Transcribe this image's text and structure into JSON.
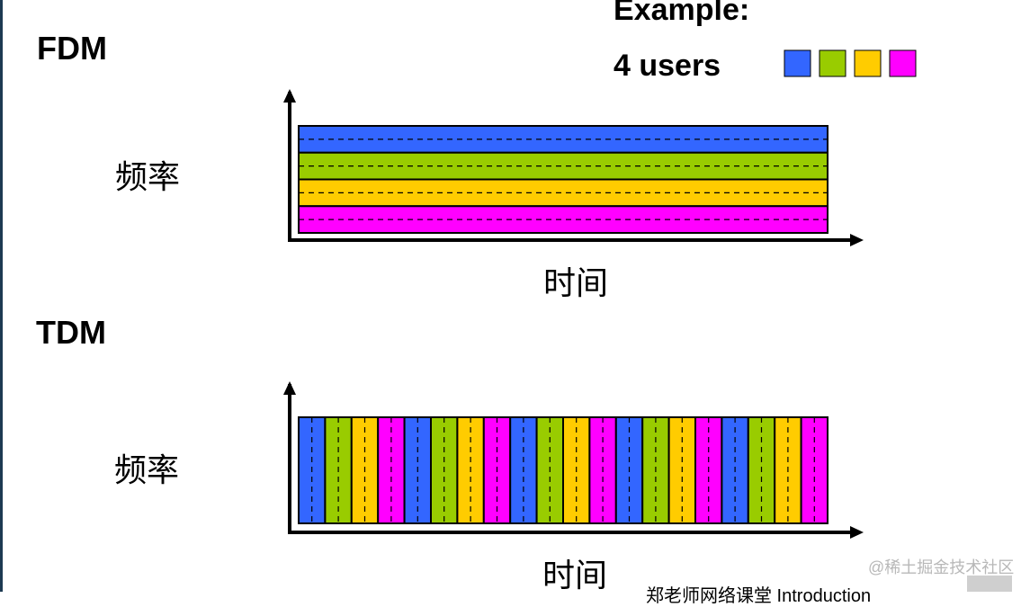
{
  "fdm": {
    "title": "FDM",
    "ylabel": "频率",
    "xlabel": "时间"
  },
  "tdm": {
    "title": "TDM",
    "ylabel": "频率",
    "xlabel": "时间",
    "slots": 20
  },
  "example": {
    "title": "Example:",
    "users_label": "4 users"
  },
  "users": [
    {
      "color": "#3366ff"
    },
    {
      "color": "#99cc00"
    },
    {
      "color": "#ffcc00"
    },
    {
      "color": "#ff00ff"
    }
  ],
  "watermark": "@稀土掘金技术社区",
  "footer": "郑老师网络课堂 Introduction"
}
